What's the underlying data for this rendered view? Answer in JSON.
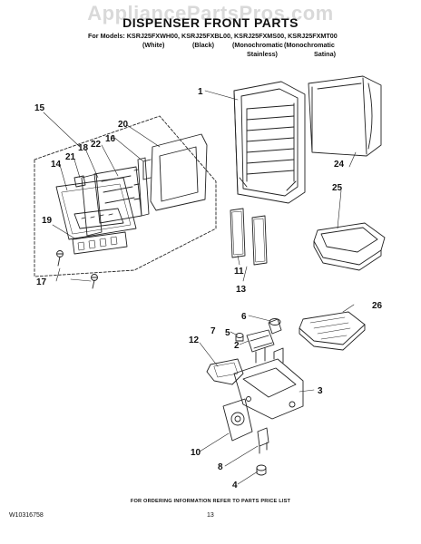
{
  "watermark": "AppliancePartsPros.com",
  "header": {
    "title": "DISPENSER FRONT PARTS",
    "models": "For Models: KSRJ25FXWH00, KSRJ25FXBL00, KSRJ25FXMS00, KSRJ25FXMT00",
    "variants": [
      "(White)",
      "(Black)",
      "(Monochromatic",
      "Stainless)",
      "(Monochromatic",
      "Satina)"
    ]
  },
  "callouts": [
    "1",
    "2",
    "3",
    "4",
    "5",
    "6",
    "7",
    "8",
    "10",
    "11",
    "12",
    "13",
    "14",
    "15",
    "16",
    "17",
    "18",
    "19",
    "20",
    "21",
    "22",
    "24",
    "25",
    "26"
  ],
  "footer": {
    "info": "FOR ORDERING INFORMATION REFER TO PARTS PRICE LIST",
    "doc_number": "W10316758",
    "page_number": "13"
  }
}
